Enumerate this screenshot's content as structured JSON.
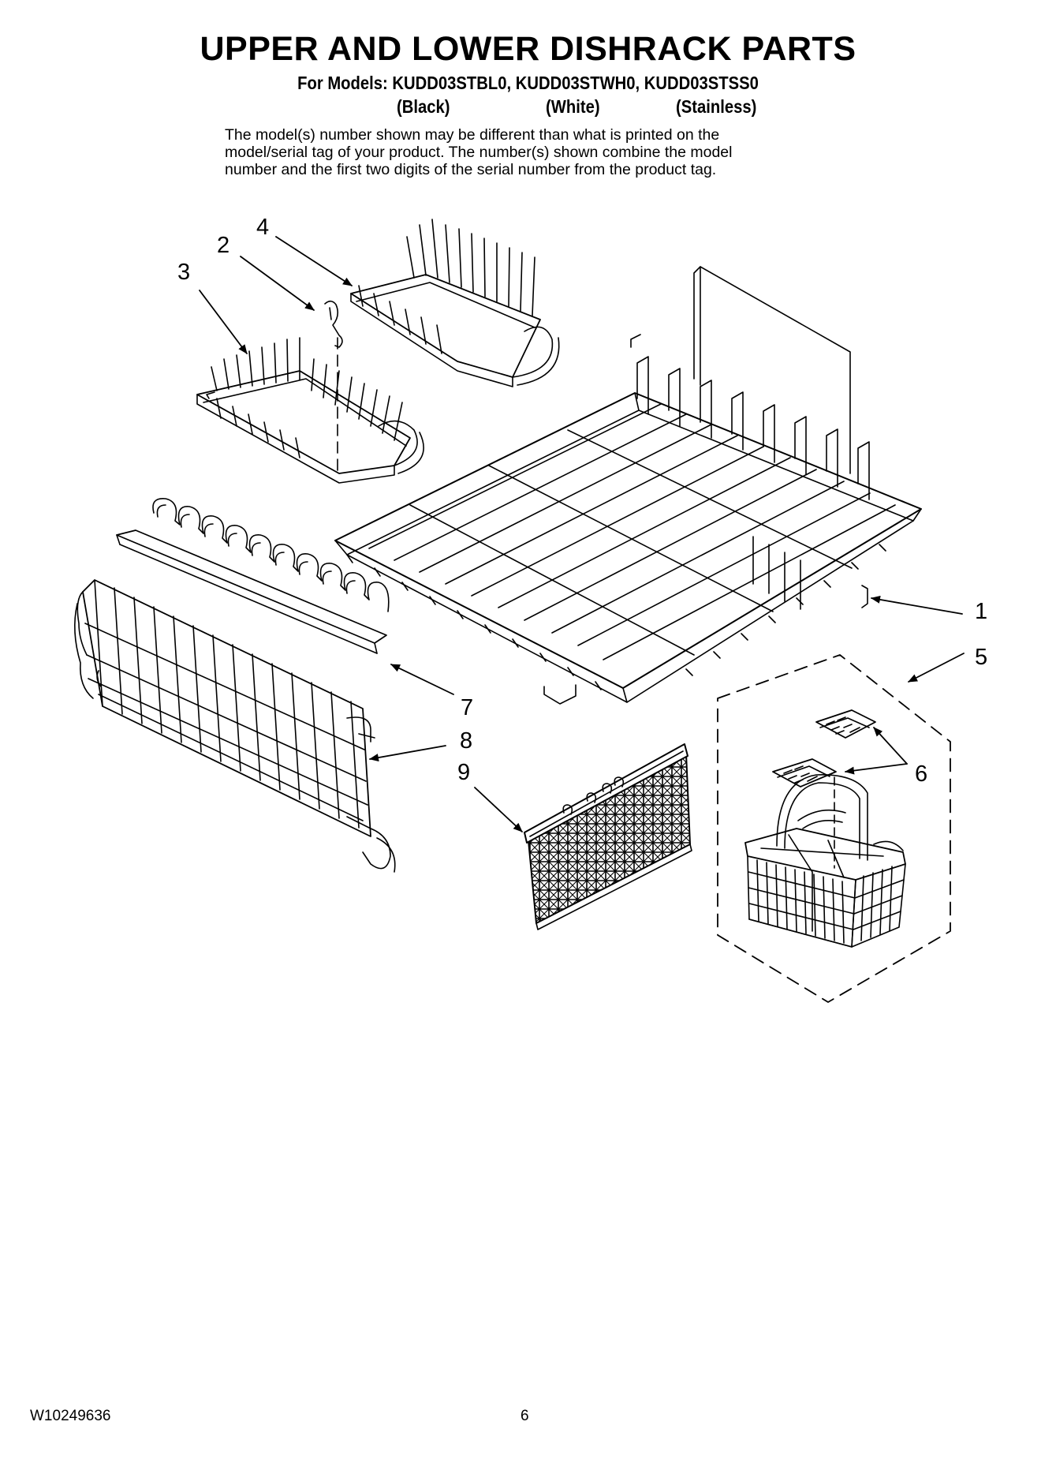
{
  "header": {
    "title": "UPPER AND LOWER DISHRACK PARTS",
    "models_line": "For Models: KUDD03STBL0, KUDD03STWH0, KUDD03STSS0",
    "colors": [
      "(Black)",
      "(White)",
      "(Stainless)"
    ],
    "disclaimer_lines": [
      "The model(s) number shown may be different than what is printed on the",
      "model/serial tag of your product. The number(s) shown combine the model",
      "number and the first two digits of the serial number from the product tag."
    ]
  },
  "callouts": [
    "1",
    "2",
    "3",
    "4",
    "5",
    "6",
    "7",
    "8",
    "9"
  ],
  "footer": {
    "doc_number": "W10249636",
    "page_number": "6"
  }
}
